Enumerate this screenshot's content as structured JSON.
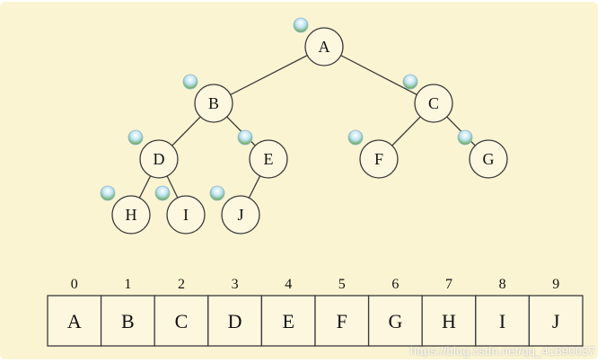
{
  "tree": {
    "nodes": [
      {
        "id": "A",
        "label": "A"
      },
      {
        "id": "B",
        "label": "B"
      },
      {
        "id": "C",
        "label": "C"
      },
      {
        "id": "D",
        "label": "D"
      },
      {
        "id": "E",
        "label": "E"
      },
      {
        "id": "F",
        "label": "F"
      },
      {
        "id": "G",
        "label": "G"
      },
      {
        "id": "H",
        "label": "H"
      },
      {
        "id": "I",
        "label": "I"
      },
      {
        "id": "J",
        "label": "J"
      }
    ],
    "edges": [
      [
        "A",
        "B"
      ],
      [
        "A",
        "C"
      ],
      [
        "B",
        "D"
      ],
      [
        "B",
        "E"
      ],
      [
        "C",
        "F"
      ],
      [
        "C",
        "G"
      ],
      [
        "D",
        "H"
      ],
      [
        "D",
        "I"
      ],
      [
        "E",
        "J"
      ]
    ]
  },
  "array": {
    "indices": [
      "0",
      "1",
      "2",
      "3",
      "4",
      "5",
      "6",
      "7",
      "8",
      "9"
    ],
    "cells": [
      "A",
      "B",
      "C",
      "D",
      "E",
      "F",
      "G",
      "H",
      "I",
      "J"
    ]
  },
  "watermark": "https://blog.csdn.net/qq_41890037",
  "colors": {
    "background": "#fbf4d2",
    "stroke": "#3a3a3a",
    "text": "#111111"
  }
}
